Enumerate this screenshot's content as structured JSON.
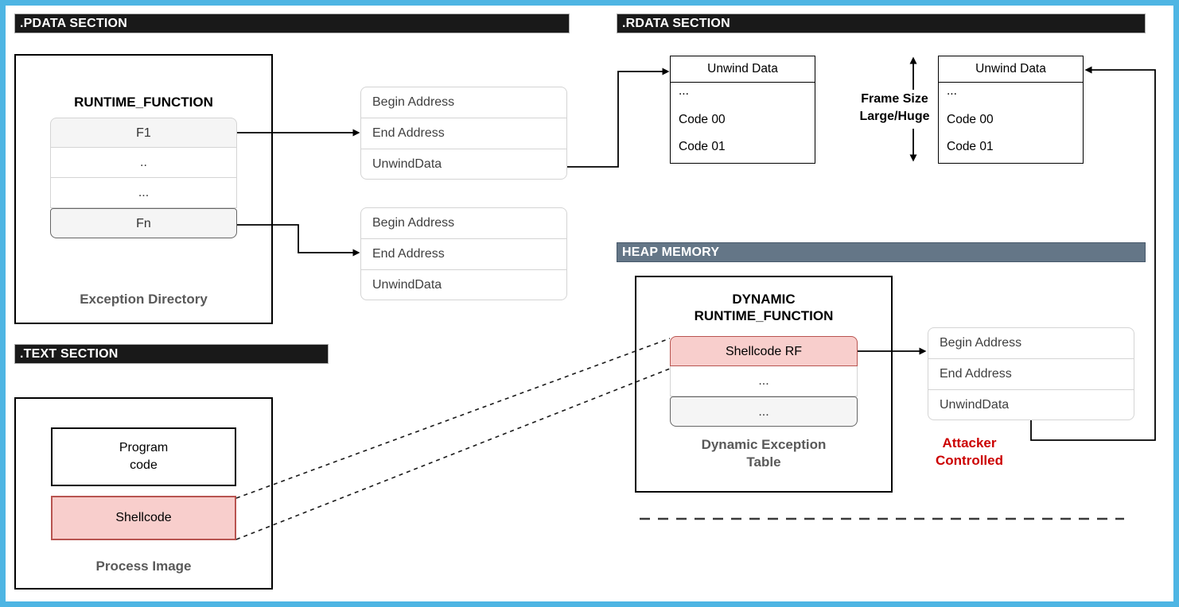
{
  "colors": {
    "frame_blue": "#4eb5e3",
    "bar_black": "#191919",
    "bar_slate": "#647687",
    "pink_fill": "#f8cecc",
    "pink_stroke": "#b85450",
    "gray_fill": "#f5f5f5",
    "gray_stroke": "#666666",
    "light_stroke": "#d4d4d4",
    "caption_gray": "#595959",
    "alert_red": "#cc0000"
  },
  "diagram": {
    "sections": {
      "pdata": {
        "label": ".PDATA SECTION"
      },
      "rdata": {
        "label": ".RDATA SECTION"
      },
      "text": {
        "label": ".TEXT SECTION"
      },
      "heap": {
        "label": "HEAP MEMORY"
      }
    },
    "exception_directory": {
      "title": "RUNTIME_FUNCTION",
      "rows": [
        "F1",
        "..",
        "...",
        "Fn"
      ],
      "caption": "Exception Directory"
    },
    "entry1": {
      "rows": [
        "Begin Address",
        "End Address",
        "UnwindData"
      ]
    },
    "entry2": {
      "rows": [
        "Begin Address",
        "End Address",
        "UnwindData"
      ]
    },
    "unwind_left": {
      "title": "Unwind Data",
      "rows": [
        "...",
        "Code 00",
        "Code 01"
      ]
    },
    "unwind_right": {
      "title": "Unwind Data",
      "rows": [
        "...",
        "Code 00",
        "Code 01"
      ]
    },
    "frame_size": {
      "line1": "Frame Size",
      "line2": "Large/Huge"
    },
    "dynamic_table": {
      "title_line1": "DYNAMIC",
      "title_line2": "RUNTIME_FUNCTION",
      "rows": [
        "Shellcode RF",
        "...",
        "..."
      ],
      "caption_line1": "Dynamic Exception",
      "caption_line2": "Table"
    },
    "attacker_entry": {
      "rows": [
        "Begin Address",
        "End Address",
        "UnwindData"
      ],
      "note_line1": "Attacker",
      "note_line2": "Controlled"
    },
    "process_image": {
      "program_line1": "Program",
      "program_line2": "code",
      "shellcode": "Shellcode",
      "caption": "Process Image"
    }
  }
}
